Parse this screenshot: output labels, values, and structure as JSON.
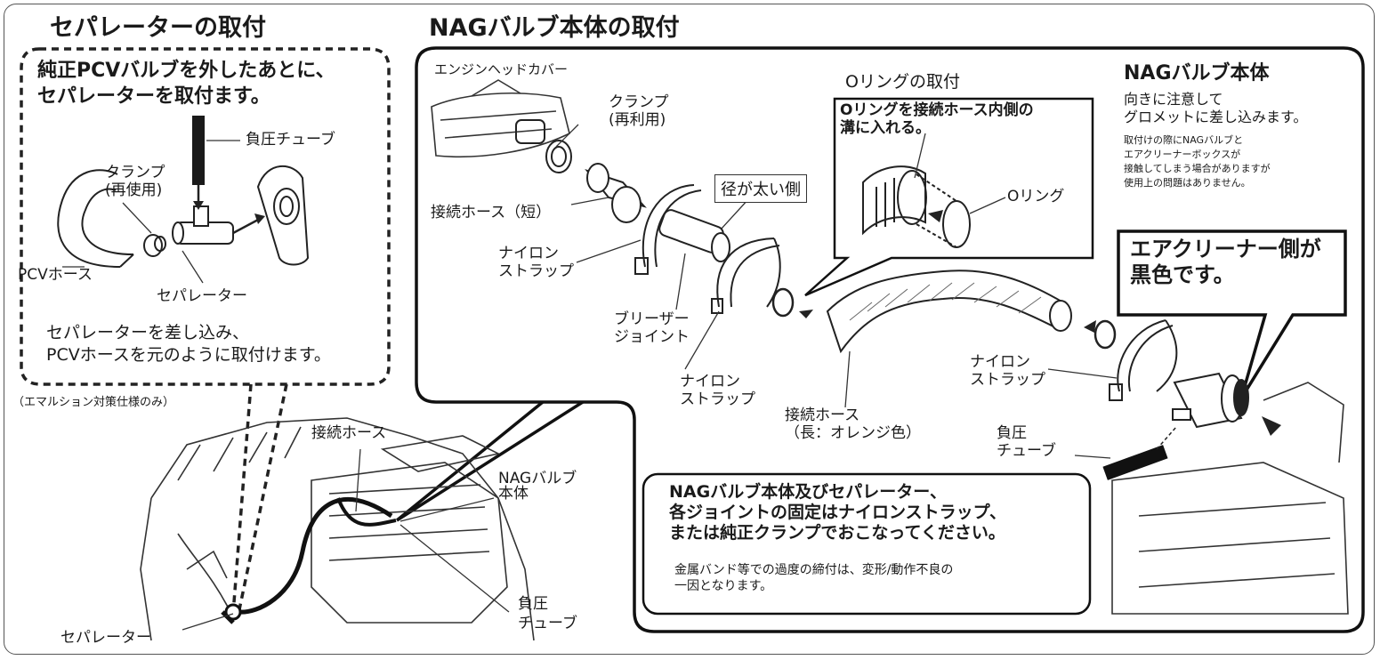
{
  "headings": {
    "separator_install": "セパレーターの取付",
    "nag_install": "NAGバルブ本体の取付"
  },
  "left_panel": {
    "instruction": "純正PCVバルブを外したあとに、\nセパレーターを取付ます。",
    "clamp_reuse": "クランプ\n(再使用)",
    "vacuum_tube": "負圧チューブ",
    "pcv_hose": "PCVホース",
    "separator": "セパレーター",
    "note": "セパレーターを差し込み、\nPCVホースを元のように取付けます。",
    "emulsion_note": "（エマルション対策仕様のみ）"
  },
  "engine_view": {
    "connection_hose": "接続ホース",
    "nag_body": "NAGバルブ\n本体",
    "separator": "セパレーター",
    "vacuum_tube": "負圧\nチューブ"
  },
  "right_panel": {
    "engine_head_cover": "エンジンヘッドカバー",
    "clamp_reuse": "クランプ\n(再利用)",
    "short_hose": "接続ホース（短）",
    "nylon_strap_1": "ナイロン\nストラップ",
    "larger_side": "径が太い側",
    "breather_joint": "ブリーザー\nジョイント",
    "nylon_strap_2": "ナイロン\nストラップ",
    "long_hose": "接続ホース\n（長：オレンジ色）",
    "oring_heading": "Oリングの取付",
    "oring_instruction": "Oリングを接続ホース内側の\n溝に入れる。",
    "oring": "Oリング",
    "nag_body_title": "NAGバルブ本体",
    "nag_body_note": "向きに注意して\nグロメットに差し込みます。",
    "nag_body_small": "取付けの際にNAGバルブと\nエアクリーナーボックスが\n接触してしまう場合がありますが\n使用上の問題はありません。",
    "air_cleaner_side": "エアクリーナー側が\n黒色です。",
    "nylon_strap_3": "ナイロン\nストラップ",
    "vacuum_tube": "負圧\nチューブ",
    "warning_bold": "NAGバルブ本体及びセパレーター、\n各ジョイントの固定はナイロンストラップ、\nまたは純正クランプでおこなってください。",
    "warning_small": "金属バンド等での過度の締付は、変形/動作不良の\n一因となります。"
  }
}
